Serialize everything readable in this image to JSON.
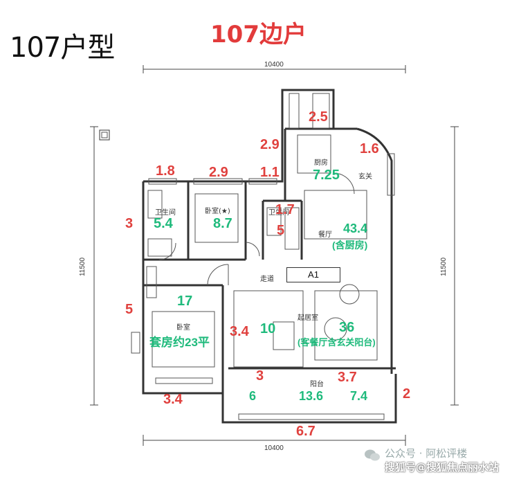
{
  "title": "107户型",
  "subtitle": "107边户",
  "dimensions": {
    "top": "10400",
    "bottom": "10400",
    "left": "11500",
    "right": "11500"
  },
  "room_labels": {
    "bath1": "卫生间",
    "bedroom_master": "卧室(★)",
    "bath2": "卫生间",
    "kitchen": "厨房",
    "entry": "玄关",
    "dining": "餐厅",
    "corridor": "走道",
    "bedroom": "卧室",
    "living": "起居室",
    "balcony": "阳台"
  },
  "tag": "A1",
  "red_marks": {
    "m1": "1.8",
    "m2": "2.9",
    "m3": "1.1",
    "m4": "2.9",
    "m5": "2.5",
    "m6": "1.6",
    "m7": "3",
    "m8": "1.7",
    "m9": "5",
    "m10": "5",
    "m11": "3.4",
    "m12": "3",
    "m13": "3.7",
    "m14": "3.4",
    "m15": "6.7",
    "m16": "2"
  },
  "green_marks": {
    "g1": "5.4",
    "g2": "8.7",
    "g3": "7.25",
    "g4": "43.4",
    "g5": "(含厨房)",
    "g6": "17",
    "g7": "套房约23平",
    "g8": "10",
    "g9": "36",
    "g10": "(客餐厅含玄关阳台)",
    "g11": "6",
    "g12": "13.6",
    "g13": "7.4"
  },
  "watermark": {
    "line1": "公众号 · 阿松评楼",
    "line2": "搜狐号@搜狐焦点丽水站"
  }
}
